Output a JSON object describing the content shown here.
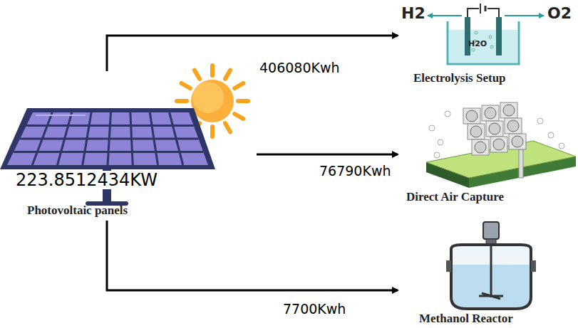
{
  "diagram": {
    "nodes": [
      {
        "text": [
          "223.8512434KW",
          "Photovoltaic panels"
        ]
      },
      {
        "text": [
          "Electrolysis Setup"
        ]
      },
      {
        "text": [
          "Direct Air Capture"
        ]
      },
      {
        "text": [
          "Methanol Reactor"
        ]
      }
    ],
    "edges": [
      {
        "from": 0,
        "to": 1,
        "arrow": "to",
        "label": "406080Kwh"
      },
      {
        "from": 0,
        "to": 2,
        "arrow": "to",
        "label": "76790Kwh"
      },
      {
        "from": 0,
        "to": 3,
        "arrow": "to",
        "label": "7700Kwh"
      }
    ],
    "labels": [
      "H2",
      "O2",
      "H2O"
    ]
  }
}
